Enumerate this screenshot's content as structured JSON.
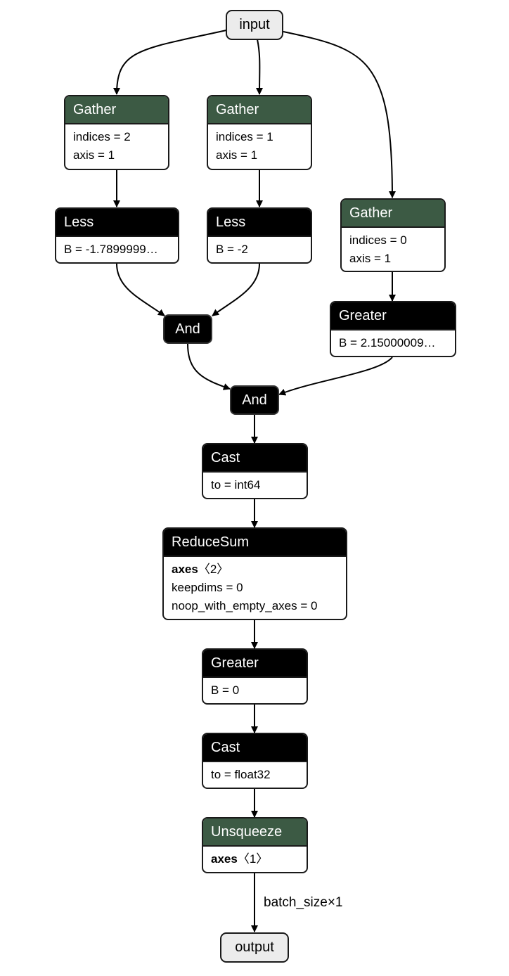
{
  "graph": {
    "input_label": "input",
    "output_label": "output",
    "edge_label": "batch_size×1",
    "gather_a": {
      "op": "Gather",
      "attrs": [
        "indices = 2",
        "axis = 1"
      ]
    },
    "gather_b": {
      "op": "Gather",
      "attrs": [
        "indices = 1",
        "axis = 1"
      ]
    },
    "gather_c": {
      "op": "Gather",
      "attrs": [
        "indices = 0",
        "axis = 1"
      ]
    },
    "less_a": {
      "op": "Less",
      "attrs": [
        "B = -1.7899999…"
      ]
    },
    "less_b": {
      "op": "Less",
      "attrs": [
        "B = -2"
      ]
    },
    "greater_a": {
      "op": "Greater",
      "attrs": [
        "B = 2.15000009…"
      ]
    },
    "and_a": {
      "op": "And"
    },
    "and_b": {
      "op": "And"
    },
    "cast_a": {
      "op": "Cast",
      "attrs": [
        "to = int64"
      ]
    },
    "reducesum": {
      "op": "ReduceSum",
      "attr_name": "axes",
      "attr_value": "〈2〉",
      "attrs": [
        "keepdims = 0",
        "noop_with_empty_axes = 0"
      ]
    },
    "greater_b": {
      "op": "Greater",
      "attrs": [
        "B = 0"
      ]
    },
    "cast_b": {
      "op": "Cast",
      "attrs": [
        "to = float32"
      ]
    },
    "unsqueeze": {
      "op": "Unsqueeze",
      "attr_name": "axes",
      "attr_value": "〈1〉"
    }
  }
}
